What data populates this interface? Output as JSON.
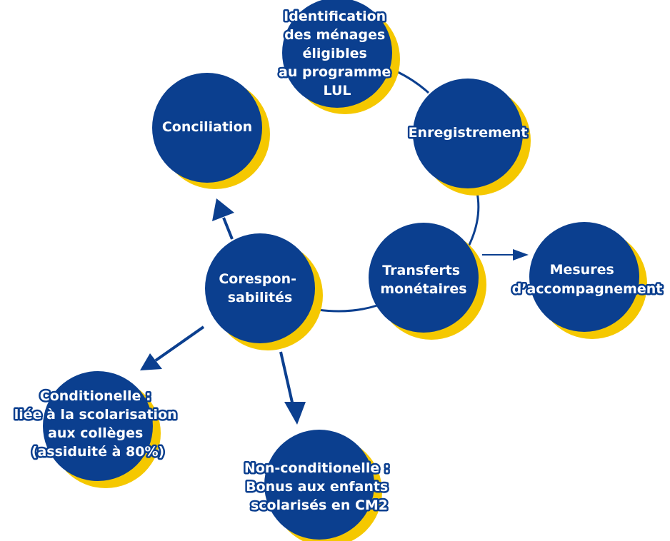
{
  "colors": {
    "circle_fill": "#0b3f8f",
    "circle_shadow": "#f5c800",
    "connector": "#0b3f8f",
    "label_text": "#ffffff",
    "background": "#ffffff"
  },
  "nodes": {
    "identification": {
      "lines": [
        "Identification",
        "des ménages",
        "éligibles",
        "au programme",
        "LUL"
      ]
    },
    "enregistrement": {
      "lines": [
        "Enregistrement"
      ]
    },
    "conciliation": {
      "lines": [
        "Conciliation"
      ]
    },
    "transferts": {
      "lines": [
        "Transferts",
        "monétaires"
      ]
    },
    "mesures": {
      "lines": [
        "Mesures",
        "d’accompagnement"
      ]
    },
    "corespon": {
      "lines": [
        "Corespon-",
        "sabilités"
      ]
    },
    "conditionelle": {
      "lines": [
        "Conditionelle :",
        "liée à la scolarisation",
        "aux collèges",
        "(assiduité à 80%)"
      ]
    },
    "nonconditionelle": {
      "lines": [
        "Non-conditionelle :",
        "Bonus aux enfants",
        "scolarisés en CM2"
      ]
    }
  }
}
